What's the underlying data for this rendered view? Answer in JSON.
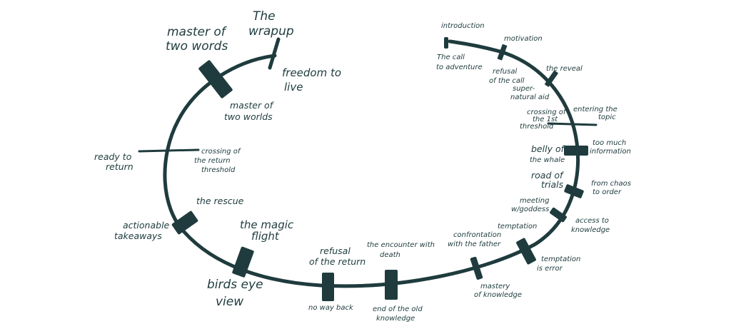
{
  "colors": {
    "ink": "#1f3b3d",
    "background": "#ffffff"
  },
  "labels": {
    "introduction": "introduction",
    "the_call_1": "The call",
    "the_call_2": "to adventure",
    "motivation": "motivation",
    "refusal_call_1": "refusal",
    "refusal_call_2": "of the call",
    "the_reveal": "the reveal",
    "supernatural_1": "super-",
    "supernatural_2": "natural aid",
    "entering_topic_1": "entering the",
    "entering_topic_2": "topic",
    "crossing_first_1": "crossing of",
    "crossing_first_2": "the 1st",
    "crossing_first_3": "threshold",
    "too_much_1": "too much",
    "too_much_2": "information",
    "belly_1": "belly of",
    "belly_2": "the whale",
    "road_1": "road of",
    "road_2": "trials",
    "chaos_1": "from chaos",
    "chaos_2": "to order",
    "meeting_1": "meeting",
    "meeting_2": "w/goddess",
    "access_1": "access to",
    "access_2": "knowledge",
    "temptation": "temptation",
    "confrontation_1": "confrontation",
    "confrontation_2": "with the father",
    "temptation_error_1": "temptation",
    "temptation_error_2": "is error",
    "mastery_1": "mastery",
    "mastery_2": "of knowledge",
    "encounter_1": "the encounter with",
    "encounter_2": "death",
    "end_old_1": "end of the old",
    "end_old_2": "knowledge",
    "refusal_return_1": "refusal",
    "refusal_return_2": "of the return",
    "no_way_back": "no way back",
    "magic_flight_1": "the magic",
    "magic_flight_2": "flight",
    "birds_eye_1": "birds eye",
    "birds_eye_2": "view",
    "actionable_1": "actionable",
    "actionable_2": "takeaways",
    "the_rescue": "the rescue",
    "ready_return_1": "ready to",
    "ready_return_2": "return",
    "crossing_return_1": "crossing of",
    "crossing_return_2": "the return",
    "crossing_return_3": "threshold",
    "master_two_worlds_1": "master of",
    "master_two_worlds_2": "two worlds",
    "master_two_words_1": "master of",
    "master_two_words_2": "two words",
    "wrapup_1": "The",
    "wrapup_2": "wrapup",
    "freedom_1": "freedom to",
    "freedom_2": "live"
  }
}
